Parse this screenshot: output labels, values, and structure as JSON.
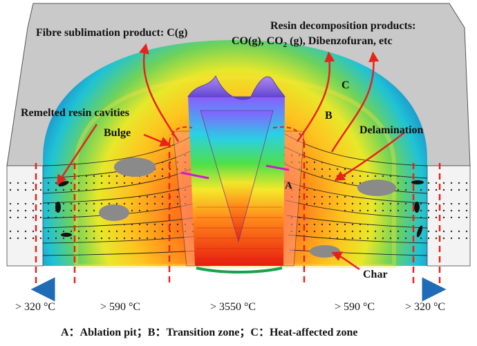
{
  "labels": {
    "fibre_product": "Fibre sublimation product: C(g)",
    "resin_products_line1": "Resin decomposition products:",
    "resin_products_line2a": "CO(g), CO",
    "resin_products_line2_sub": "2",
    "resin_products_line2b": " (g), Dibenzofuran, etc",
    "zone_c": "C",
    "zone_b": "B",
    "zone_a": "A",
    "remelted": "Remelted resin cavities",
    "bulge": "Bulge",
    "delamination": "Delamination",
    "char": "Char"
  },
  "temperatures": {
    "outer_left": "> 320 °C",
    "mid_left": "> 590 °C",
    "center": "> 3550 °C",
    "mid_right": "> 590 °C",
    "outer_right": "> 320 °C"
  },
  "caption": "A：Ablation pit；B：Transition zone；C：Heat-affected zone",
  "colors": {
    "arrow_red": "#e8221b",
    "dashed_red": "#e8221b",
    "scale_blue": "#1f6bb5",
    "plate_gray": "#c9c9c9"
  }
}
